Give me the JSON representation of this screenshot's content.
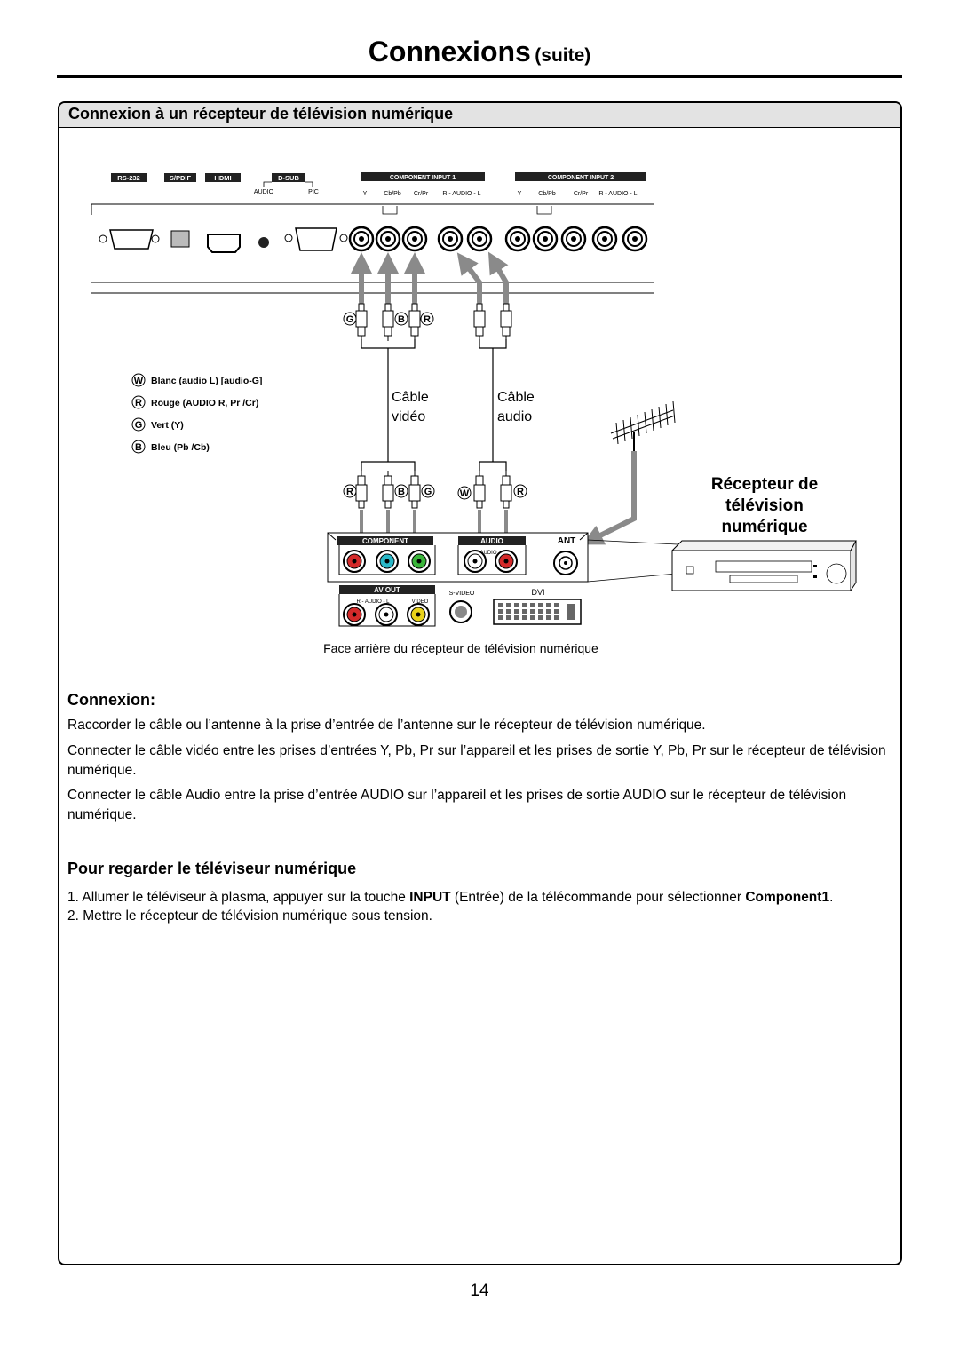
{
  "header": {
    "title": "Connexions",
    "title_suffix": "(suite)"
  },
  "section": {
    "title": "Connexion à un récepteur de télévision numérique"
  },
  "tv_panel": {
    "port_tags": [
      "RS-232",
      "S/PDIF",
      "HDMI",
      "D-SUB"
    ],
    "dsub_labels": [
      "AUDIO",
      "PIC"
    ],
    "component_input_1": "COMPONENT INPUT 1",
    "component_input_2": "COMPONENT INPUT 2",
    "component_sublabels": [
      "Y",
      "Cb/Pb",
      "Cr/Pr",
      "R",
      "AUDIO",
      "L"
    ]
  },
  "plug_letters": {
    "top": [
      "G",
      "B",
      "R"
    ],
    "bottom_video": [
      "R",
      "B",
      "G"
    ],
    "bottom_audio": [
      "W",
      "R"
    ]
  },
  "legend": [
    {
      "letter": "W",
      "text": "Blanc (audio L) [audio-G]"
    },
    {
      "letter": "R",
      "text": "Rouge (AUDIO R, Pr /Cr)"
    },
    {
      "letter": "G",
      "text": "Vert (Y)"
    },
    {
      "letter": "B",
      "text": "Bleu (Pb /Cb)"
    }
  ],
  "cables": {
    "video": [
      "Câble",
      "vidéo"
    ],
    "audio": [
      "Câble",
      "audio"
    ]
  },
  "receiver": {
    "title_lines": [
      "Récepteur de",
      "télévision",
      "numérique"
    ],
    "panel_labels": {
      "component": "COMPONENT",
      "audio": "AUDIO",
      "audio_sub": "AUDIO",
      "ant": "ANT",
      "av_out": "AV OUT",
      "av_sub": [
        "R",
        "AUDIO",
        "L",
        "VIDEO"
      ],
      "svideo": "S-VIDEO",
      "dvi": "DVI"
    },
    "caption": "Face arrière du récepteur de télévision numérique"
  },
  "connexion": {
    "heading": "Connexion:",
    "paragraphs": [
      "Raccorder le câble ou l’antenne à la prise d’entrée de l’antenne sur le récepteur de télévision numérique.",
      "Connecter le câble vidéo entre les prises d’entrées Y, Pb, Pr sur l’appareil et les prises de sortie Y, Pb, Pr sur le récepteur de télévision",
      "numérique.",
      "Connecter le câble Audio entre la prise d’entrée AUDIO sur l’appareil et les prises de sortie AUDIO sur le récepteur de télévision",
      "numérique."
    ]
  },
  "watch": {
    "heading": "Pour regarder le téléviseur numérique",
    "step1_pre": "1. Allumer le téléviseur à plasma, appuyer sur la touche ",
    "step1_bold1": "INPUT",
    "step1_mid": " (Entrée) de la télécommande pour sélectionner ",
    "step1_bold2": "Component1",
    "step1_end": ".",
    "step2": "2. Mettre le récepteur de télévision numérique sous tension."
  },
  "page_number": "14"
}
